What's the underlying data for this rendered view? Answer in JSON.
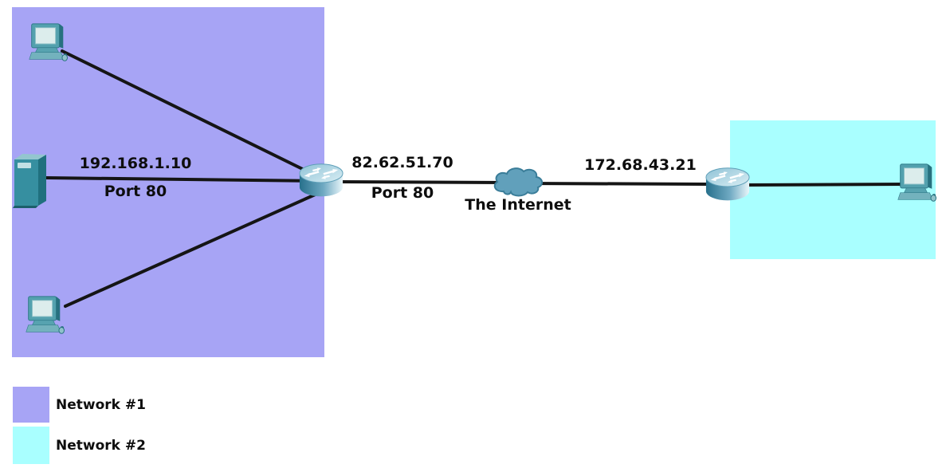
{
  "diagram": {
    "type": "network-topology",
    "labels": {
      "lan_ip": "192.168.1.10",
      "lan_port": "Port 80",
      "wan_ip": "82.62.51.70",
      "wan_port": "Port 80",
      "internet": "The Internet",
      "remote_ip": "172.68.43.21"
    },
    "network1": {
      "legend_label": "Network #1",
      "color": "#a7a4f5"
    },
    "network2": {
      "legend_label": "Network #2",
      "color": "#a9ffff"
    },
    "nodes": [
      {
        "id": "pc-top-left",
        "type": "pc",
        "icon": "pc-icon",
        "network": "Network #1"
      },
      {
        "id": "server",
        "type": "server",
        "icon": "server-icon",
        "network": "Network #1",
        "address": "192.168.1.10",
        "port": "Port 80"
      },
      {
        "id": "pc-bottom-left",
        "type": "pc",
        "icon": "pc-icon",
        "network": "Network #1"
      },
      {
        "id": "router-1",
        "type": "router",
        "icon": "router-icon",
        "wan_address": "82.62.51.70",
        "wan_port": "Port 80"
      },
      {
        "id": "internet-cloud",
        "type": "cloud",
        "icon": "cloud-icon",
        "label": "The Internet"
      },
      {
        "id": "router-2",
        "type": "router",
        "icon": "router-icon",
        "wan_address": "172.68.43.21"
      },
      {
        "id": "pc-right",
        "type": "pc",
        "icon": "pc-icon",
        "network": "Network #2"
      }
    ],
    "links": [
      {
        "from": "pc-top-left",
        "to": "router-1"
      },
      {
        "from": "server",
        "to": "router-1"
      },
      {
        "from": "pc-bottom-left",
        "to": "router-1"
      },
      {
        "from": "router-1",
        "to": "internet-cloud"
      },
      {
        "from": "internet-cloud",
        "to": "router-2"
      },
      {
        "from": "router-2",
        "to": "pc-right"
      }
    ],
    "colors": {
      "cable": "#151515",
      "device_teal": "#4e9fad",
      "cloud_blue": "#61a0bb",
      "text": "#0e0e0e"
    }
  }
}
